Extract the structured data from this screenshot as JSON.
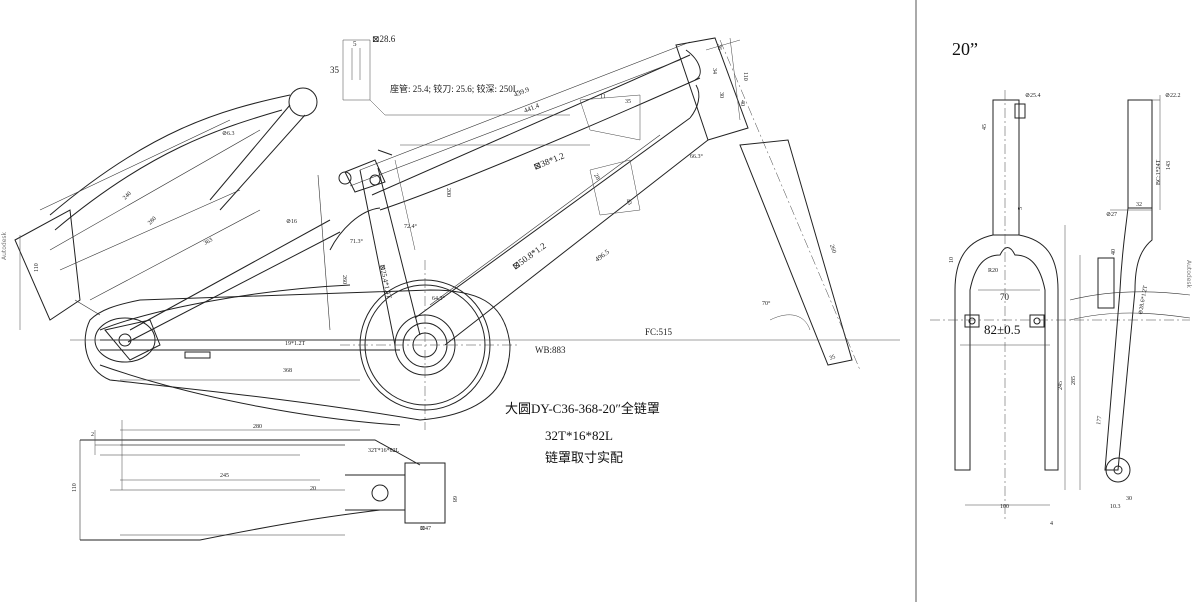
{
  "main_drawing": {
    "model_title": "大圆DY-C36-368-20″全链罩",
    "chainguard_spec": "32T*16*82L",
    "chainguard_note": "链罩取寸实配",
    "seat_tube_note": "座管: 25.4; 铰刀: 25.6; 铰深: 250L",
    "dims": {
      "slot_d": "⊠28.6",
      "slot_w": "5",
      "slot_h": "35",
      "top_tube_len_1": "439.9",
      "top_tube_len_2": "441.4",
      "top_tube_spec": "⊠38*1.2",
      "down_tube_spec": "⊠50.8*1.2",
      "down_tube_len": "496.5",
      "seat_tube_spec": "⊠25.4*1.4T",
      "stay_len": "240",
      "stay_len_2": "280",
      "stay_len_3": "363",
      "stay_len_4": "368",
      "stay_len_5": "280",
      "stay_len_6": "245",
      "fc": "FC:515",
      "wb": "WB:883",
      "chain_stay_spec": "19*1.2T",
      "head_angle": "66.3°",
      "fork_angle": "70°",
      "head_len": "110",
      "head_top": "36",
      "head_30": "30",
      "head_34": "34",
      "head_40": "40",
      "bb_angle": "64.3°",
      "st_angle": "71.3°",
      "st_angle_2": "72.4°",
      "st_height": "200",
      "st_260": "260",
      "dim_16": "⊘16",
      "dim_110": "110",
      "dim_63": "⊘6.3",
      "dim_250": "250",
      "dim_28": "28",
      "dim_43": "43",
      "dim_11": "11",
      "dim_35": "35",
      "bb_shell_d": "⊠47",
      "bb_shell_w": "68",
      "chainguard_label": "32T*16*82L",
      "dropout_110": "110",
      "dim_20": "20",
      "dim_2": "2"
    }
  },
  "fork_drawing": {
    "size_label": "20”",
    "steerer_d": "⊘25.4",
    "steerer_d2": "⊘22.2",
    "steerer_len": "45",
    "steerer_len2": "143",
    "thread": "BC:1*24T",
    "crown_d": "⊘27",
    "crown_w": "32",
    "crown_h": "40",
    "leg_spec": "⊘28.6*1.2T",
    "blade_len": "285",
    "blade_len2": "245",
    "offset": "177",
    "width_top": "70",
    "width_mid": "82±0.5",
    "width_bottom": "100",
    "dropout_w": "4",
    "dropout_r": "10.3",
    "dropout_30": "30",
    "r20": "R20",
    "d30": "30",
    "d40": "40",
    "d10": "10",
    "d5": "5"
  },
  "side_tags": {
    "left": "Autodesk",
    "right": "Autodesk"
  }
}
